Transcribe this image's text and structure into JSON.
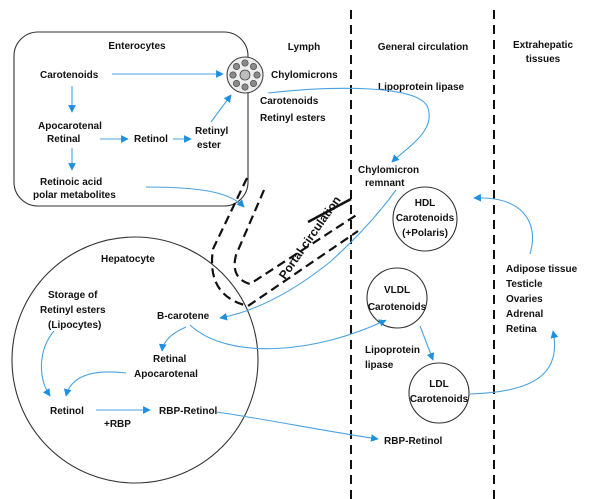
{
  "regions": {
    "lymph": "Lymph",
    "general_circulation": "General circulation",
    "extrahepatic_line1": "Extrahepatic",
    "extrahepatic_line2": "tissues"
  },
  "enterocytes": {
    "title": "Enterocytes",
    "carotenoids": "Carotenoids",
    "apocarotenal_line1": "Apocarotenal",
    "apocarotenal_line2": "Retinal",
    "retinol": "Retinol",
    "retinyl_ester_line1": "Retinyl",
    "retinyl_ester_line2": "ester",
    "retinoic_line1": "Retinoic acid",
    "retinoic_line2": "polar metabolites"
  },
  "lymph": {
    "chylomicrons": "Chylomicrons",
    "carotenoids": "Carotenoids",
    "retinyl_esters": "Retinyl esters"
  },
  "circulation": {
    "lipoprotein_lipase_top": "Lipoprotein lipase",
    "remnant_line1": "Chylomicron",
    "remnant_line2": "remnant",
    "lipoprotein_lipase_mid_line1": "Lipoprotein",
    "lipoprotein_lipase_mid_line2": "lipase",
    "rbp_retinol": "RBP-Retinol"
  },
  "portal": {
    "label": "Portal circulation"
  },
  "hepatocyte": {
    "title": "Hepatocyte",
    "storage_line1": "Storage of",
    "storage_line2": "Retinyl esters",
    "storage_line3": "(Lipocytes)",
    "bcarotene": "B-carotene",
    "retinal": "Retinal",
    "apocarotenal": "Apocarotenal",
    "retinol": "Retinol",
    "rbp": "+RBP",
    "rbp_retinol": "RBP-Retinol"
  },
  "hdl": {
    "line1": "HDL",
    "line2": "Carotenoids",
    "line3": "(+Polaris)"
  },
  "vldl": {
    "line1": "VLDL",
    "line2": "Carotenoids"
  },
  "ldl": {
    "line1": "LDL",
    "line2": "Carotenoids"
  },
  "tissues": {
    "adipose": "Adipose tissue",
    "testicle": "Testicle",
    "ovaries": "Ovaries",
    "adrenal": "Adrenal",
    "retina": "Retina"
  }
}
